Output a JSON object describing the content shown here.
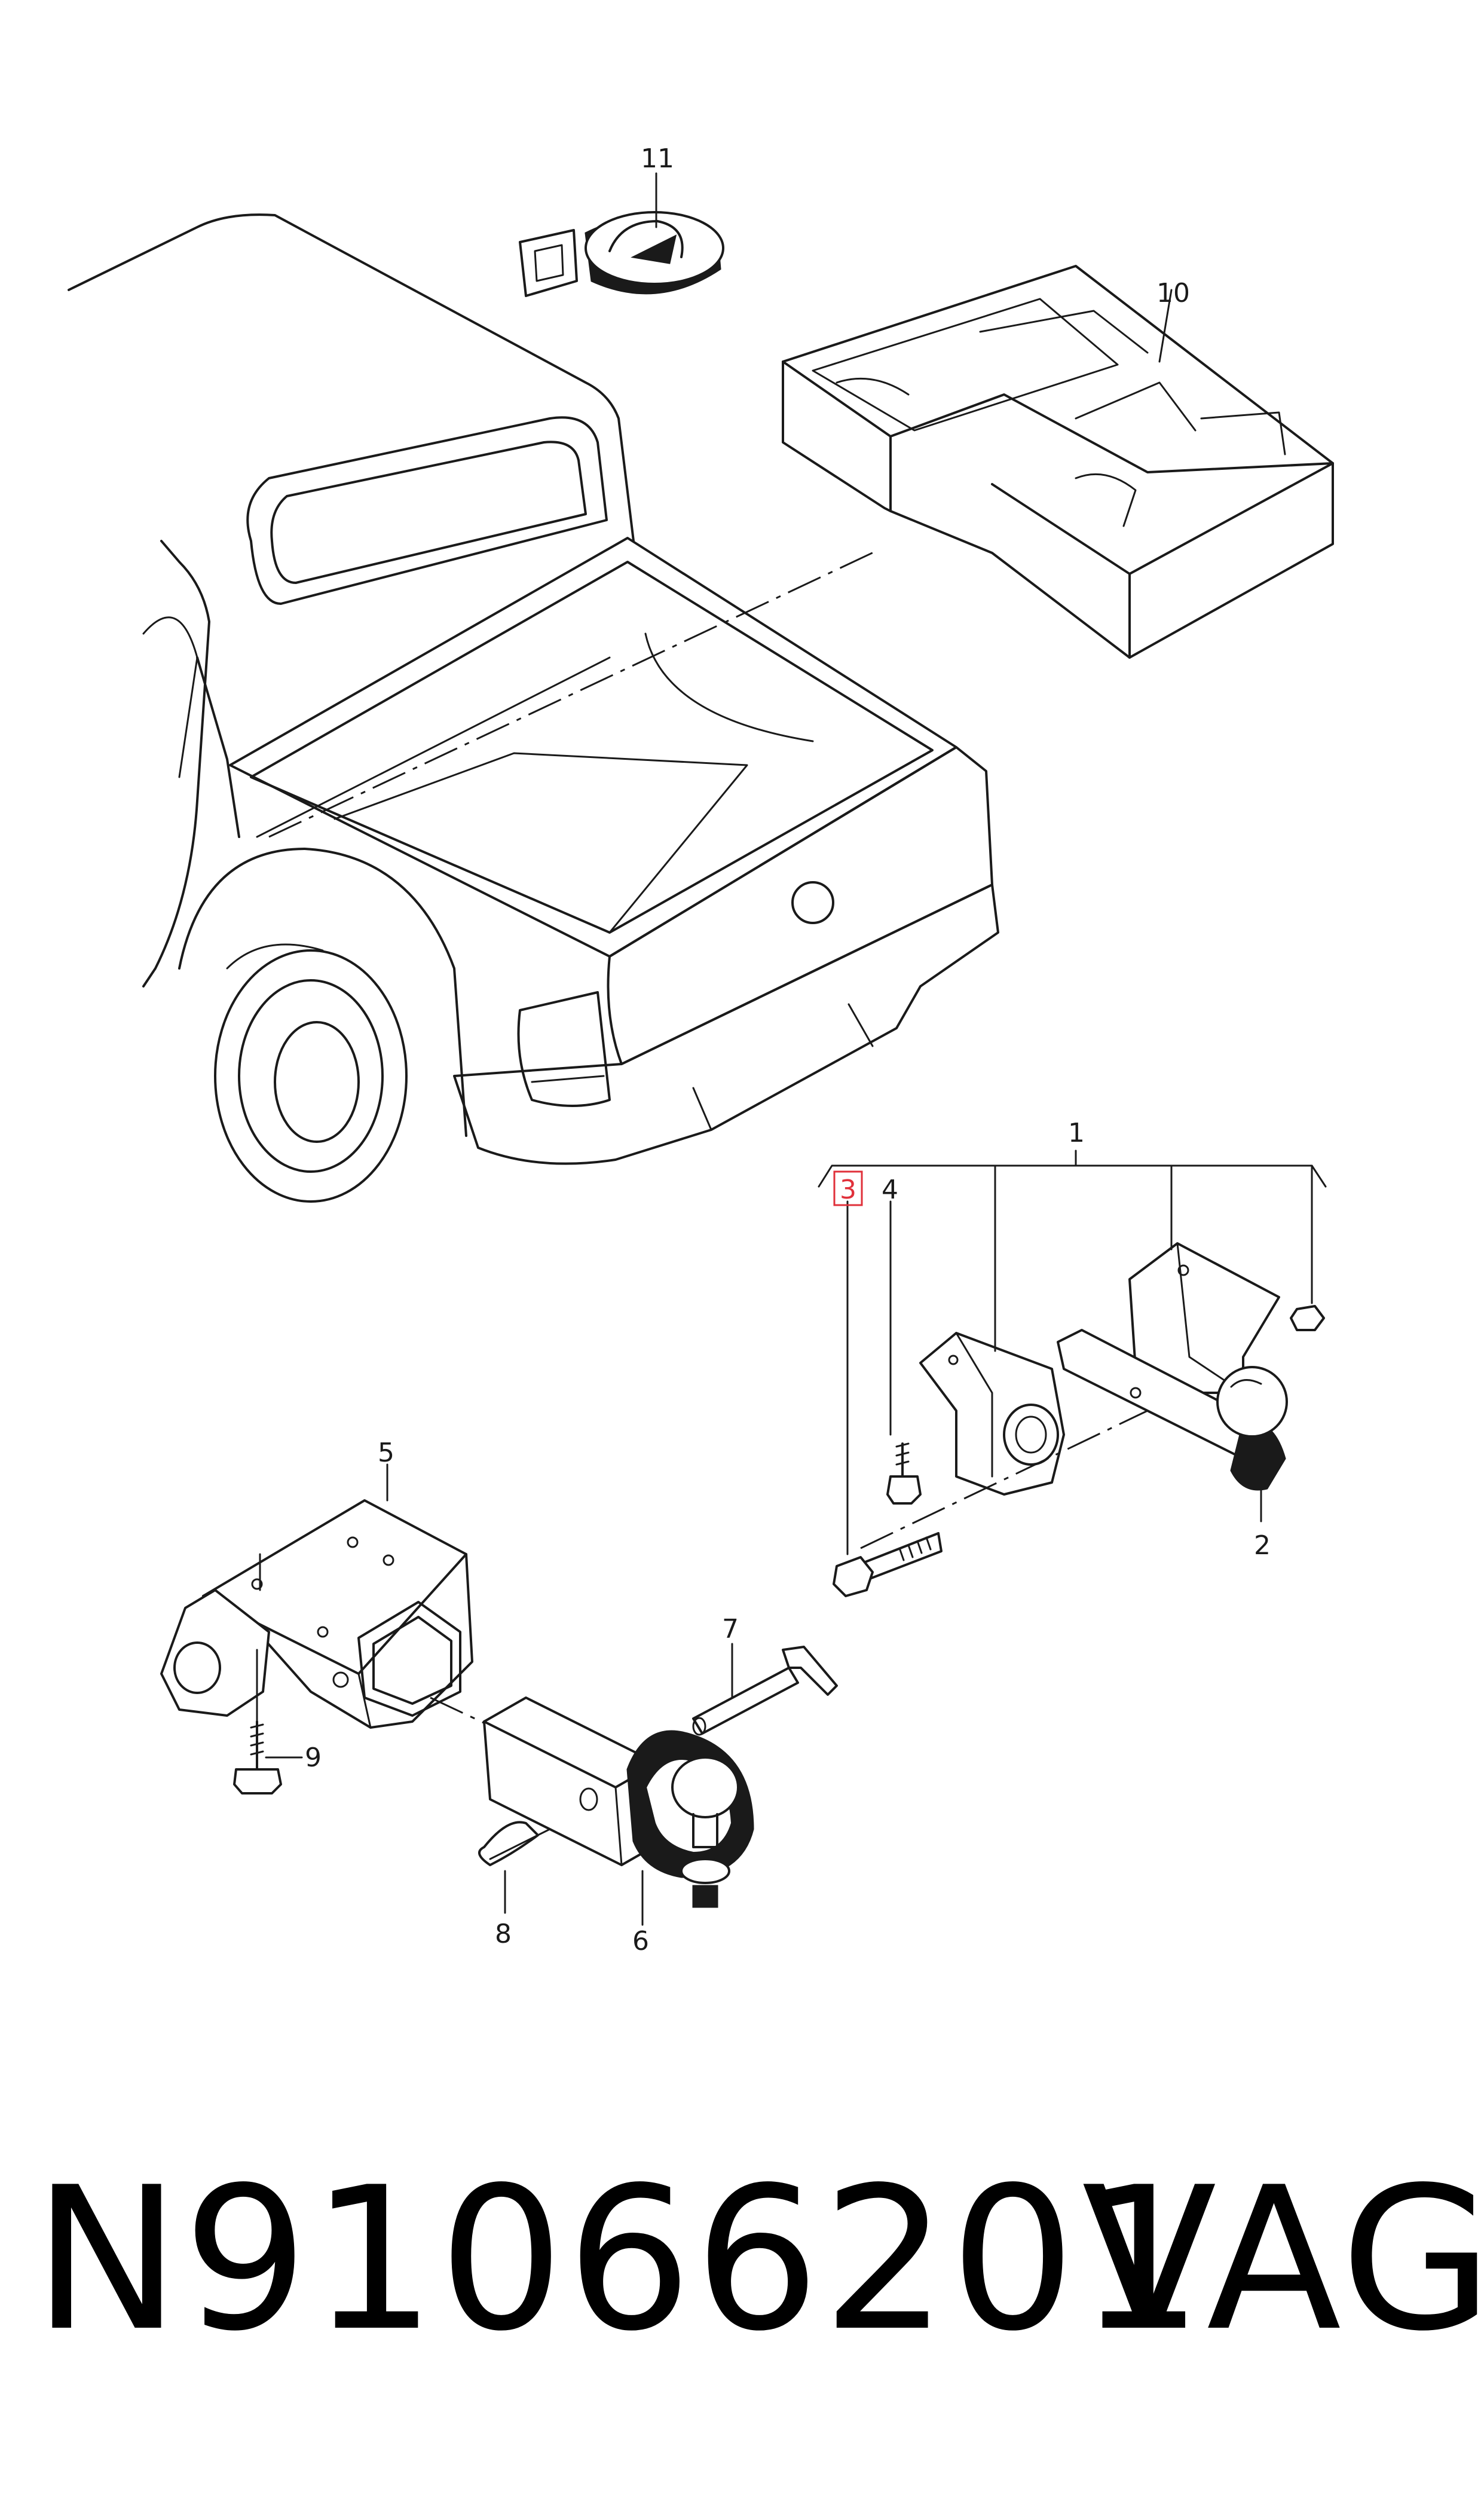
{
  "diagram": {
    "callouts": [
      {
        "id": "callout-1",
        "label": "1"
      },
      {
        "id": "callout-2",
        "label": "2"
      },
      {
        "id": "callout-3",
        "label": "3",
        "highlighted": true
      },
      {
        "id": "callout-4",
        "label": "4"
      },
      {
        "id": "callout-5",
        "label": "5"
      },
      {
        "id": "callout-6",
        "label": "6"
      },
      {
        "id": "callout-7",
        "label": "7"
      },
      {
        "id": "callout-8",
        "label": "8"
      },
      {
        "id": "callout-9",
        "label": "9"
      },
      {
        "id": "callout-10",
        "label": "10"
      },
      {
        "id": "callout-11",
        "label": "11"
      }
    ],
    "highlight_color": "#e0303a",
    "line_color": "#1a1a1a"
  },
  "footer": {
    "part_number": "N91066201",
    "brand": "VAG"
  }
}
